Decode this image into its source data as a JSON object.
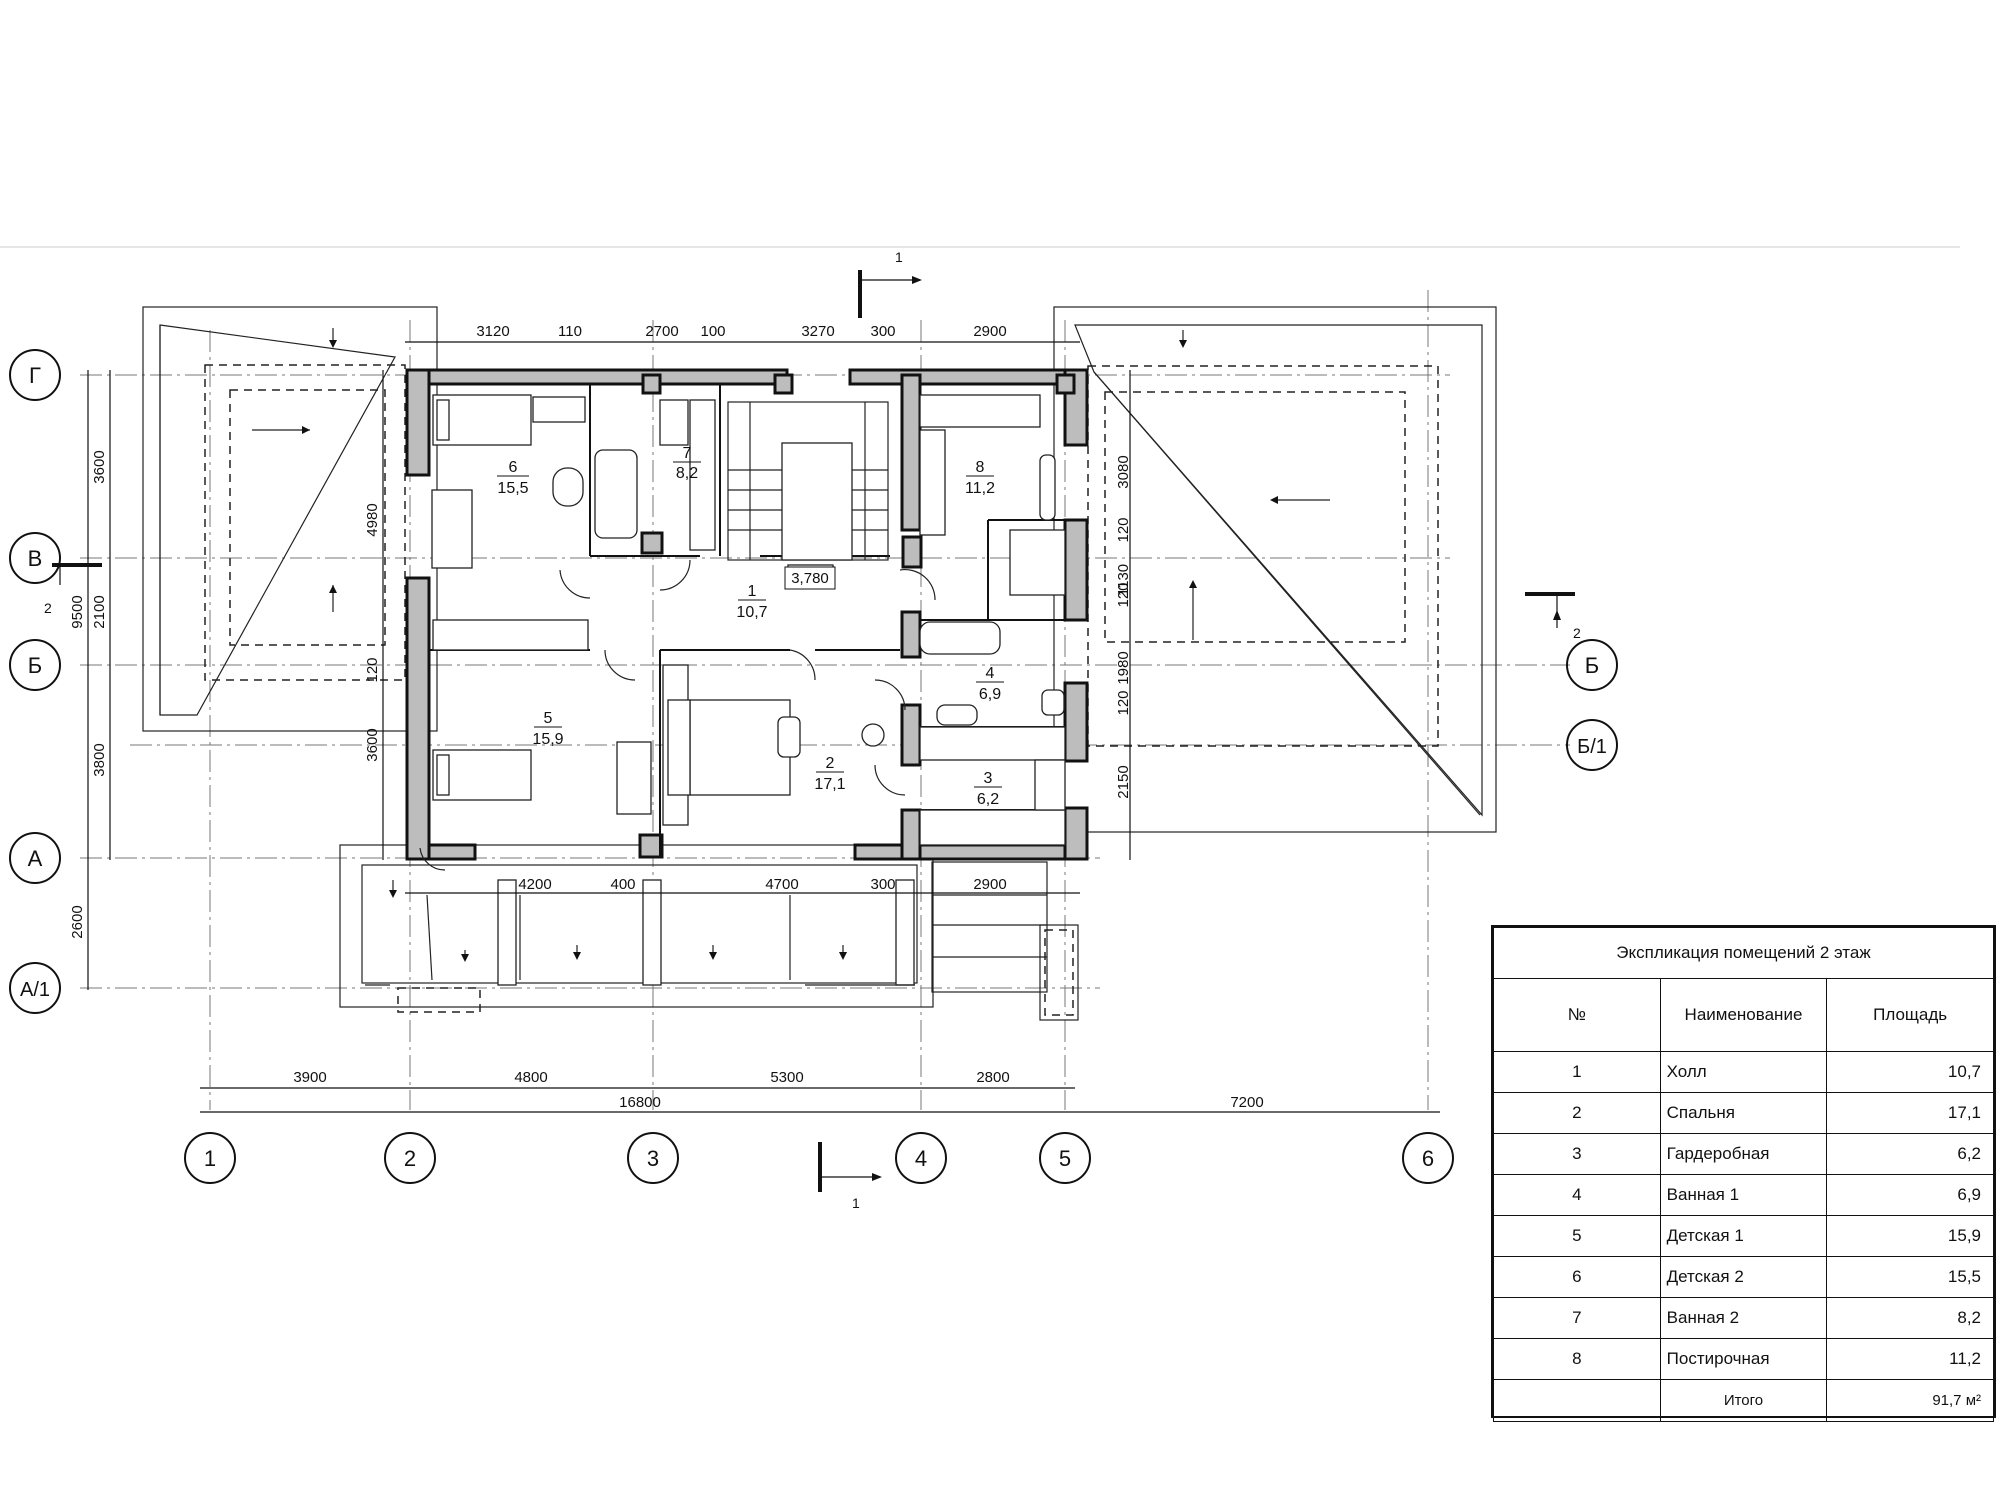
{
  "axes": {
    "columns": [
      "1",
      "2",
      "3",
      "4",
      "5",
      "6"
    ],
    "rows": [
      "Г",
      "В",
      "Б",
      "А",
      "А/1"
    ],
    "extra": [
      "Б",
      "Б/1"
    ]
  },
  "section_marks": {
    "section1": "1",
    "section2": "2"
  },
  "dimensions": {
    "top": [
      "3120",
      "110",
      "2700",
      "100",
      "3270",
      "300",
      "2900"
    ],
    "bottom_inner": [
      "4200",
      "400",
      "4700",
      "300",
      "2900"
    ],
    "bottom_axes": [
      "3900",
      "4800",
      "5300",
      "2800"
    ],
    "bottom_total": "16800",
    "bottom_right": "7200",
    "left_outer": [
      "3600",
      "2100",
      "3800",
      "2600"
    ],
    "left_total": "9500",
    "left_inner": [
      "4980",
      "120",
      "3600"
    ],
    "right_inner": [
      "3080",
      "120",
      "1130",
      "120",
      "1980",
      "120",
      "2150"
    ],
    "level": "3,780"
  },
  "rooms": [
    {
      "num": "1",
      "area": "10,7"
    },
    {
      "num": "2",
      "area": "17,1"
    },
    {
      "num": "3",
      "area": "6,2"
    },
    {
      "num": "4",
      "area": "6,9"
    },
    {
      "num": "5",
      "area": "15,9"
    },
    {
      "num": "6",
      "area": "15,5"
    },
    {
      "num": "7",
      "area": "8,2"
    },
    {
      "num": "8",
      "area": "11,2"
    }
  ],
  "explication": {
    "title": "Экспликация помещений 2 этаж",
    "headers": [
      "№",
      "Наименование",
      "Площадь"
    ],
    "rows": [
      {
        "n": "1",
        "name": "Холл",
        "area": "10,7"
      },
      {
        "n": "2",
        "name": "Спальня",
        "area": "17,1"
      },
      {
        "n": "3",
        "name": "Гардеробная",
        "area": "6,2"
      },
      {
        "n": "4",
        "name": "Ванная 1",
        "area": "6,9"
      },
      {
        "n": "5",
        "name": "Детская 1",
        "area": "15,9"
      },
      {
        "n": "6",
        "name": "Детская 2",
        "area": "15,5"
      },
      {
        "n": "7",
        "name": "Ванная 2",
        "area": "8,2"
      },
      {
        "n": "8",
        "name": "Постирочная",
        "area": "11,2"
      }
    ],
    "total_label": "Итого",
    "total_value": "91,7 м²"
  }
}
